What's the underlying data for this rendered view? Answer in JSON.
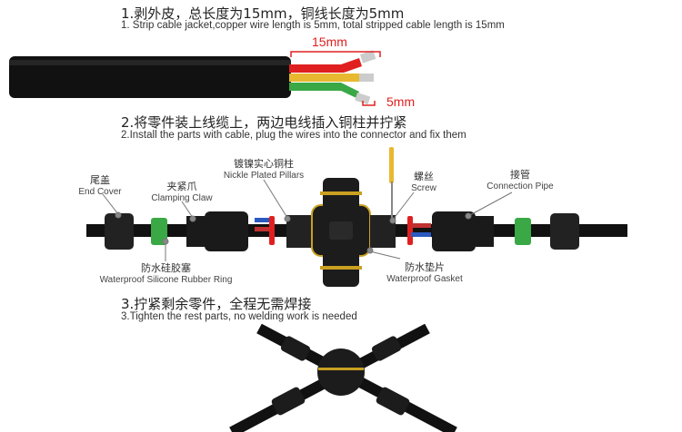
{
  "step1": {
    "title_cn": "1.剥外皮，总长度为15mm，铜线长度为5mm",
    "title_en": "1. Strip cable jacket,copper wire length is 5mm, total stripped cable length is 15mm",
    "dim_total": "15mm",
    "dim_copper": "5mm"
  },
  "step2": {
    "title_cn": "2.将零件装上线缆上，两边电线插入铜柱并拧紧",
    "title_en": "2.Install the parts with cable, plug the wires into the connector and fix them",
    "labels": [
      {
        "cn": "尾盖",
        "en": "End Cover"
      },
      {
        "cn": "夹紧爪",
        "en": "Clamping Claw"
      },
      {
        "cn": "镀镍实心铜柱",
        "en": "Nickle Plated Pillars"
      },
      {
        "cn": "螺丝",
        "en": "Screw"
      },
      {
        "cn": "接管",
        "en": "Connection Pipe"
      },
      {
        "cn": "防水硅胶塞",
        "en": "Waterproof Silicone Rubber Ring"
      },
      {
        "cn": "防水垫片",
        "en": "Waterproof Gasket"
      }
    ]
  },
  "step3": {
    "title_cn": "3.拧紧剩余零件，全程无需焊接",
    "title_en": "3.Tighten the rest parts, no welding work is needed"
  },
  "colors": {
    "red": "#e02020",
    "green": "#3aa845",
    "yellow": "#e8b830",
    "black": "#151515"
  }
}
